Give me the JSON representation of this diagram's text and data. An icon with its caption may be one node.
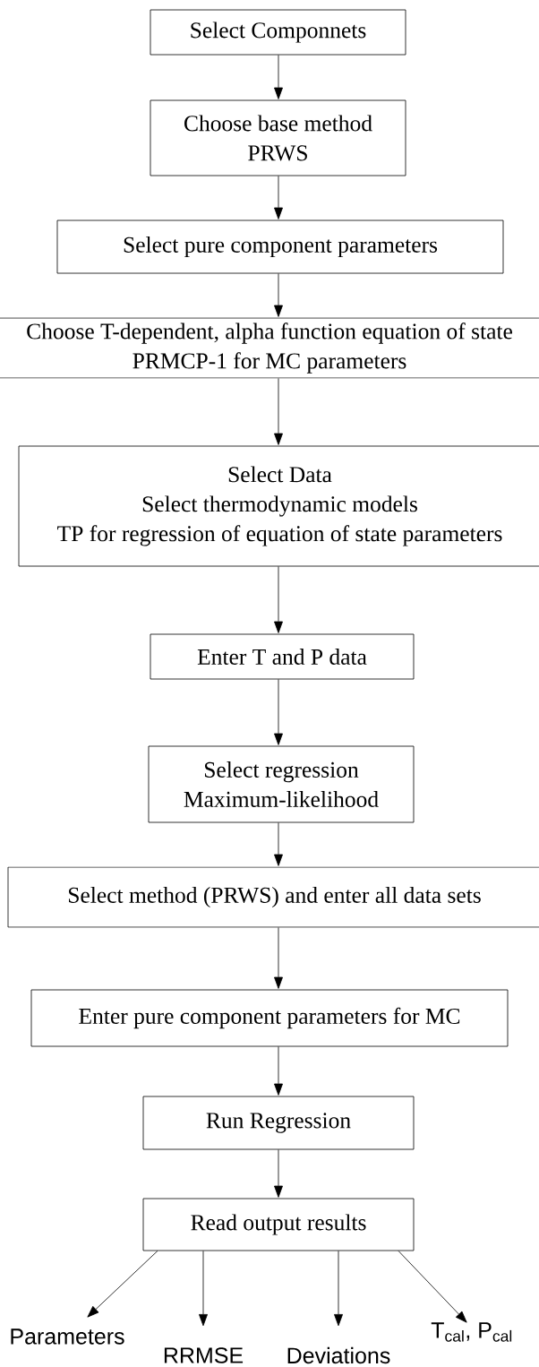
{
  "diagram": {
    "nodes": [
      {
        "text": [
          "Select Componnets"
        ]
      },
      {
        "text": [
          "Choose base method",
          "PRWS"
        ]
      },
      {
        "text": [
          "Select pure component parameters"
        ]
      },
      {
        "text": [
          "Choose T-dependent, alpha function equation of state",
          "PRMCP-1 for MC parameters"
        ]
      },
      {
        "text": [
          "Select Data",
          "Select thermodynamic models",
          "TP for regression of equation of state parameters"
        ]
      },
      {
        "text": [
          "Enter T and P data"
        ]
      },
      {
        "text": [
          "Select regression",
          "Maximum-likelihood"
        ]
      },
      {
        "text": [
          "Select method (PRWS) and enter all data sets"
        ]
      },
      {
        "text": [
          "Enter  pure component parameters for MC"
        ]
      },
      {
        "text": [
          "Run Regression"
        ]
      },
      {
        "text": [
          "Read output results"
        ]
      },
      {
        "text": [
          "Parameters"
        ]
      },
      {
        "text": [
          "RRMSE"
        ]
      },
      {
        "text": [
          "Deviations"
        ]
      },
      {
        "text": [
          "T$_{cal}$, P$_{cal}$"
        ]
      }
    ],
    "edges": [
      {
        "from": 0,
        "to": 1,
        "arrow": "to"
      },
      {
        "from": 1,
        "to": 2,
        "arrow": "to"
      },
      {
        "from": 2,
        "to": 3,
        "arrow": "to"
      },
      {
        "from": 3,
        "to": 4,
        "arrow": "to"
      },
      {
        "from": 4,
        "to": 5,
        "arrow": "to"
      },
      {
        "from": 5,
        "to": 6,
        "arrow": "to"
      },
      {
        "from": 6,
        "to": 7,
        "arrow": "to"
      },
      {
        "from": 7,
        "to": 8,
        "arrow": "to"
      },
      {
        "from": 8,
        "to": 9,
        "arrow": "to"
      },
      {
        "from": 9,
        "to": 10,
        "arrow": "to"
      },
      {
        "from": 10,
        "to": 11,
        "arrow": "to"
      },
      {
        "from": 10,
        "to": 12,
        "arrow": "to"
      },
      {
        "from": 10,
        "to": 13,
        "arrow": "to"
      },
      {
        "from": 10,
        "to": 14,
        "arrow": "to"
      }
    ]
  }
}
